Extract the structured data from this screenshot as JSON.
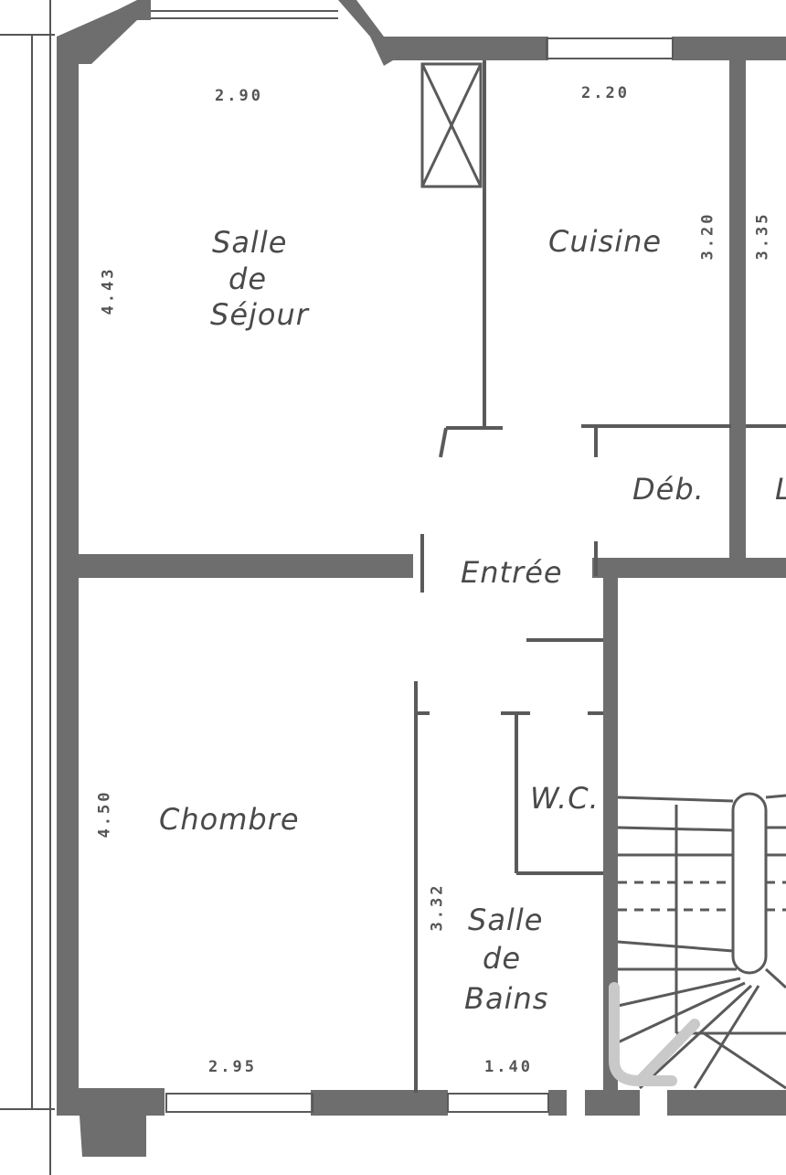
{
  "rooms": {
    "sejour_line1": "Salle",
    "sejour_line2": "de",
    "sejour_line3": "Séjour",
    "cuisine": "Cuisine",
    "debarras": "Déb.",
    "entree": "Entrée",
    "chambre": "Chombre",
    "wc": "W.C.",
    "bains_line1": "Salle",
    "bains_line2": "de",
    "bains_line3": "Bains",
    "partial_right": "L"
  },
  "dimensions": {
    "sejour_width": "2.90",
    "sejour_depth": "4.43",
    "cuisine_width": "2.20",
    "cuisine_depth": "3.20",
    "right_depth": "3.35",
    "chambre_depth": "4.50",
    "chambre_width": "2.95",
    "bains_depth": "3.32",
    "bains_width": "1.40"
  },
  "colors": {
    "wall": "#6e6e6e",
    "line": "#5a5a5a",
    "background": "#ffffff"
  }
}
